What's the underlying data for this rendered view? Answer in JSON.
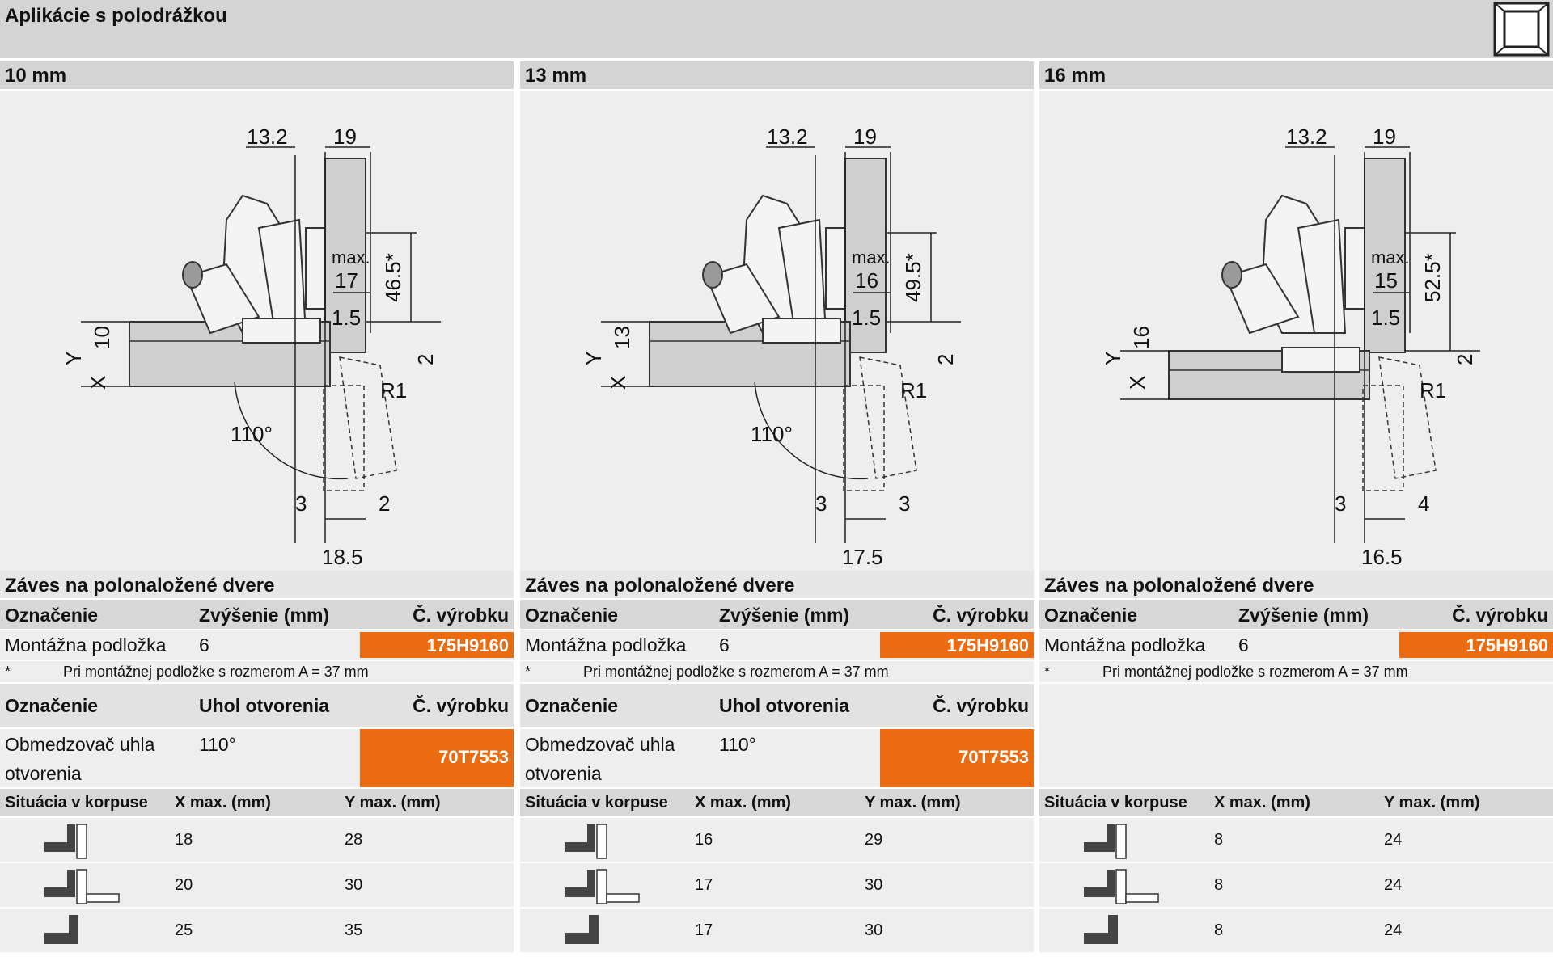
{
  "page": {
    "title": "Aplikácie s polodrážkou"
  },
  "columns": [
    {
      "heading": "10 mm",
      "diagram": {
        "dim_top_left": "13.2",
        "dim_top_right": "19",
        "max_label": "max.",
        "max_value": "17",
        "dim_small": "1.5",
        "dim_vertical": "46.5*",
        "dim_y": "Y",
        "dim_x": "X",
        "dim_thickness": "10",
        "dim_2": "2",
        "radius": "R1",
        "angle": "110°",
        "bottom_left": "3",
        "bottom_right": "2",
        "bottom_width": "18.5"
      },
      "hinge_title": "Záves na polonaložené dvere",
      "table1": {
        "headers": [
          "Označenie",
          "Zvýšenie (mm)",
          "Č. výrobku"
        ],
        "row": [
          "Montážna podložka",
          "6",
          "175H9160"
        ],
        "note_star": "*",
        "note": "Pri montážnej podložke s rozmerom A = 37 mm"
      },
      "table2": {
        "headers": [
          "Označenie",
          "Uhol otvorenia",
          "Č. výrobku"
        ],
        "row_line1": "Obmedzovač uhla",
        "row_line2": "otvorenia",
        "angle": "110°",
        "code": "70T7553"
      },
      "situation": {
        "headers": [
          "Situácia v korpuse",
          "X max. (mm)",
          "Y max. (mm)"
        ],
        "rows": [
          {
            "icon": "corpus-situation-1-icon",
            "x": "18",
            "y": "28"
          },
          {
            "icon": "corpus-situation-2-icon",
            "x": "20",
            "y": "30"
          },
          {
            "icon": "corpus-situation-3-icon",
            "x": "25",
            "y": "35"
          }
        ]
      }
    },
    {
      "heading": "13 mm",
      "diagram": {
        "dim_top_left": "13.2",
        "dim_top_right": "19",
        "max_label": "max.",
        "max_value": "16",
        "dim_small": "1.5",
        "dim_vertical": "49.5*",
        "dim_y": "Y",
        "dim_x": "X",
        "dim_thickness": "13",
        "dim_2": "2",
        "radius": "R1",
        "angle": "110°",
        "bottom_left": "3",
        "bottom_right": "3",
        "bottom_width": "17.5"
      },
      "hinge_title": "Záves na polonaložené dvere",
      "table1": {
        "headers": [
          "Označenie",
          "Zvýšenie (mm)",
          "Č. výrobku"
        ],
        "row": [
          "Montážna podložka",
          "6",
          "175H9160"
        ],
        "note_star": "*",
        "note": "Pri montážnej podložke s rozmerom A = 37 mm"
      },
      "table2": {
        "headers": [
          "Označenie",
          "Uhol otvorenia",
          "Č. výrobku"
        ],
        "row_line1": "Obmedzovač uhla",
        "row_line2": "otvorenia",
        "angle": "110°",
        "code": "70T7553"
      },
      "situation": {
        "headers": [
          "Situácia v korpuse",
          "X max. (mm)",
          "Y max. (mm)"
        ],
        "rows": [
          {
            "icon": "corpus-situation-1-icon",
            "x": "16",
            "y": "29"
          },
          {
            "icon": "corpus-situation-2-icon",
            "x": "17",
            "y": "30"
          },
          {
            "icon": "corpus-situation-3-icon",
            "x": "17",
            "y": "30"
          }
        ]
      }
    },
    {
      "heading": "16 mm",
      "diagram": {
        "dim_top_left": "13.2",
        "dim_top_right": "19",
        "max_label": "max.",
        "max_value": "15",
        "dim_small": "1.5",
        "dim_vertical": "52.5*",
        "dim_y": "Y",
        "dim_x": "X",
        "dim_thickness": "16",
        "dim_2": "2",
        "radius": "R1",
        "angle": "",
        "bottom_left": "3",
        "bottom_right": "4",
        "bottom_width": "16.5"
      },
      "hinge_title": "Záves na polonaložené dvere",
      "table1": {
        "headers": [
          "Označenie",
          "Zvýšenie (mm)",
          "Č. výrobku"
        ],
        "row": [
          "Montážna podložka",
          "6",
          "175H9160"
        ],
        "note_star": "*",
        "note": "Pri montážnej podložke s rozmerom A = 37 mm"
      },
      "situation": {
        "headers": [
          "Situácia v korpuse",
          "X max. (mm)",
          "Y max. (mm)"
        ],
        "rows": [
          {
            "icon": "corpus-situation-1-icon",
            "x": "8",
            "y": "24"
          },
          {
            "icon": "corpus-situation-2-icon",
            "x": "8",
            "y": "24"
          },
          {
            "icon": "corpus-situation-3-icon",
            "x": "8",
            "y": "24"
          }
        ]
      }
    }
  ],
  "colors": {
    "accent": "#ea6b10",
    "header_bg": "#d4d4d4",
    "panel_bg": "#eeeeee"
  }
}
